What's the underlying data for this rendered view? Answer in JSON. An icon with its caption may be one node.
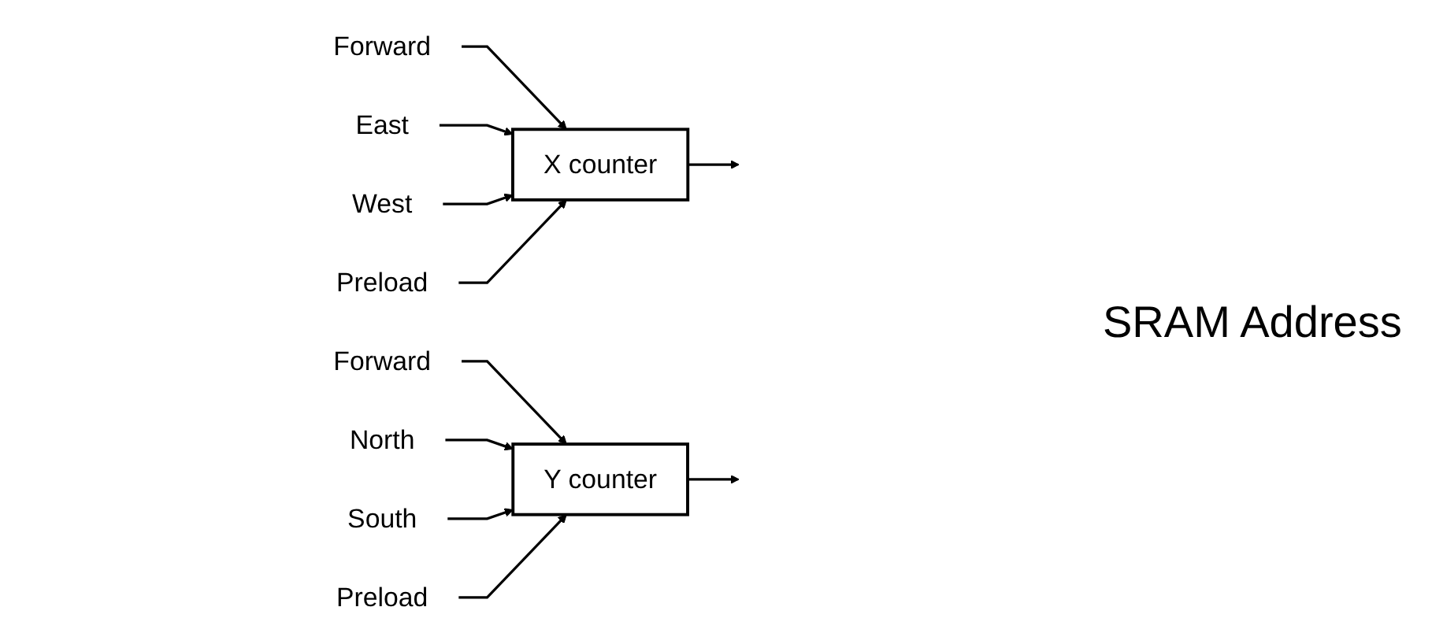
{
  "diagram": {
    "nodes": [
      {
        "text": [
          "Forward"
        ]
      },
      {
        "text": [
          "East"
        ]
      },
      {
        "text": [
          "West"
        ]
      },
      {
        "text": [
          "Preload"
        ]
      },
      {
        "text": [
          "X counter"
        ]
      },
      {
        "text": [
          "Forward"
        ]
      },
      {
        "text": [
          "North"
        ]
      },
      {
        "text": [
          "South"
        ]
      },
      {
        "text": [
          "Preload"
        ]
      },
      {
        "text": [
          "Y counter"
        ]
      }
    ],
    "edges": [
      {
        "from": 0,
        "to": 4,
        "arrow": "to"
      },
      {
        "from": 1,
        "to": 4,
        "arrow": "to"
      },
      {
        "from": 2,
        "to": 4,
        "arrow": "to"
      },
      {
        "from": 3,
        "to": 4,
        "arrow": "to"
      },
      {
        "from": 5,
        "to": 9,
        "arrow": "to"
      },
      {
        "from": 6,
        "to": 9,
        "arrow": "to"
      },
      {
        "from": 7,
        "to": 9,
        "arrow": "to"
      },
      {
        "from": 8,
        "to": 9,
        "arrow": "to"
      },
      {
        "from": 4,
        "to": null,
        "arrow": "to"
      },
      {
        "from": 9,
        "to": null,
        "arrow": "to"
      }
    ],
    "labels": [
      "SRAM Address"
    ]
  }
}
